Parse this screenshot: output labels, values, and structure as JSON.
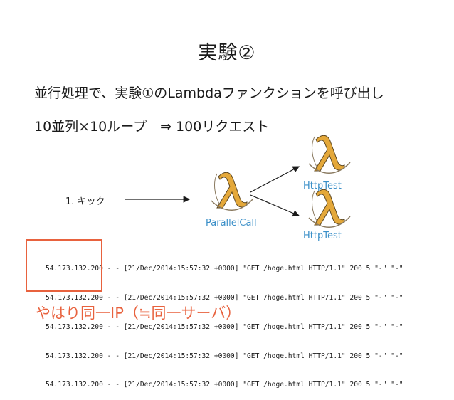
{
  "slide": {
    "title": "実験②",
    "line1": "並行処理で、実験①のLambdaファンクションを呼び出し",
    "line2": "10並列×10ループ　⇒ 100リクエスト",
    "kick_label": "1. キック",
    "parallel_label": "ParallelCall",
    "http_label_1": "HttpTest",
    "http_label_2": "HttpTest",
    "log_lines": [
      "54.173.132.200 - - [21/Dec/2014:15:57:32 +0000] \"GET /hoge.html HTTP/1.1\" 200 5 \"-\" \"-\"",
      "54.173.132.200 - - [21/Dec/2014:15:57:32 +0000] \"GET /hoge.html HTTP/1.1\" 200 5 \"-\" \"-\"",
      "54.173.132.200 - - [21/Dec/2014:15:57:32 +0000] \"GET /hoge.html HTTP/1.1\" 200 5 \"-\" \"-\"",
      "54.173.132.200 - - [21/Dec/2014:15:57:32 +0000] \"GET /hoge.html HTTP/1.1\" 200 5 \"-\" \"-\"",
      "54.173.132.200 - - [21/Dec/2014:15:57:32 +0000] \"GET /hoge.html HTTP/1.1\" 200 5 \"-\" \"-\""
    ],
    "note": "やはり同一IP（≒同一サーバ）",
    "icons": [
      "lambda-icon",
      "arrow-right-icon"
    ],
    "colors": {
      "accent": "#e8623e",
      "link": "#3a8fc8",
      "lambda_fill": "#e4a83a"
    }
  }
}
